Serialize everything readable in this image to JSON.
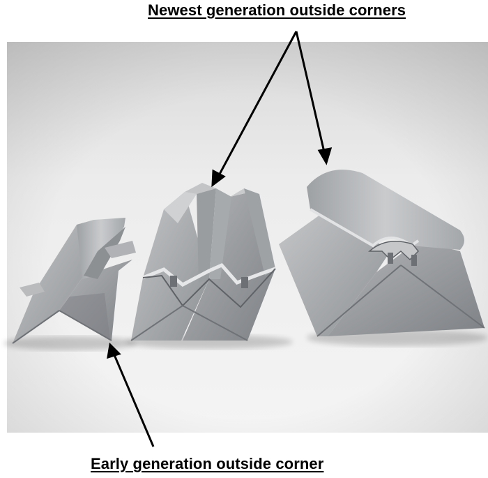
{
  "captions": {
    "top": "Newest generation outside corners",
    "bottom": "Early generation outside corner"
  },
  "image": {
    "subject": "aluminum-outside-corner-profiles",
    "background_color": "#ededed",
    "metal_color": "#a9abad"
  }
}
